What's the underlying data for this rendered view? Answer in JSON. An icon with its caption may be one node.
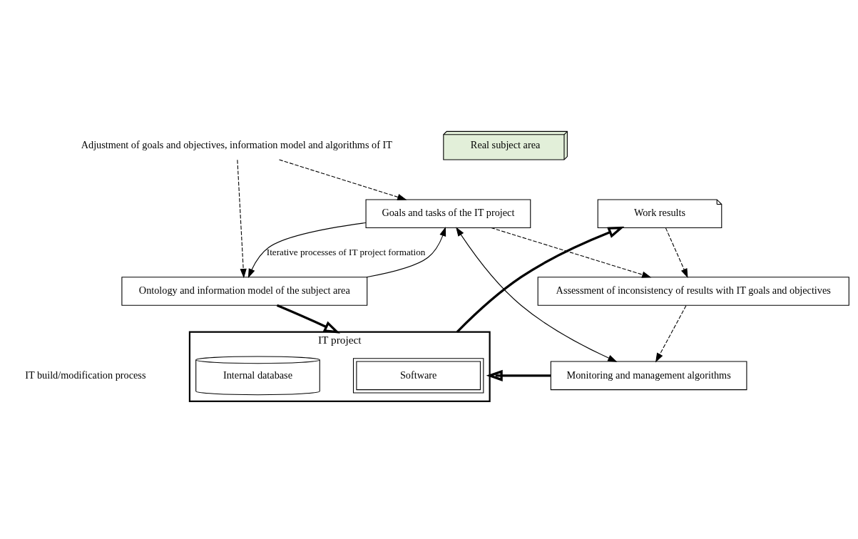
{
  "diagram": {
    "nodes": [
      {
        "text": [
          "Goals and tasks of the IT project"
        ]
      },
      {
        "text": [
          "Real subject area"
        ]
      },
      {
        "text": [
          "Adjustment of goals and objectives, information model and algorithms of IT"
        ]
      },
      {
        "text": [
          "Monitoring and management algorithms"
        ]
      },
      {
        "text": [
          "Ontology and information model of the subject area"
        ]
      },
      {
        "text": [
          "Assessment of inconsistency of results with IT goals and objectives"
        ]
      },
      {
        "text": [
          "IT project"
        ]
      },
      {
        "text": [
          "Software"
        ],
        "in": 6
      },
      {
        "text": [
          "Internal database"
        ],
        "in": 6
      },
      {
        "text": [
          "Work results"
        ]
      }
    ],
    "edges": [
      {
        "from": 0,
        "to": 4,
        "arrow": "to",
        "label": "Iterative processes of IT project formation"
      },
      {
        "from": 4,
        "to": 0,
        "arrow": "to"
      },
      {
        "from": 0,
        "to": 3,
        "arrow": "both"
      },
      {
        "from": 0,
        "to": 5,
        "arrow": "to",
        "style": "dashed"
      },
      {
        "from": 2,
        "to": 0,
        "arrow": "to",
        "style": "dashed"
      },
      {
        "from": 2,
        "to": 4,
        "arrow": "to",
        "style": "dashed"
      },
      {
        "from": 5,
        "to": 3,
        "arrow": "to",
        "style": "dashed"
      },
      {
        "from": 3,
        "to": 6,
        "arrow": "to",
        "style": "thick"
      },
      {
        "from": 4,
        "to": 6,
        "arrow": "to",
        "style": "thick"
      },
      {
        "from": 6,
        "to": 9,
        "arrow": "to",
        "style": "thick"
      },
      {
        "from": 9,
        "to": 5,
        "arrow": "to",
        "style": "dashed"
      }
    ],
    "labels": [
      "IT build/modification process"
    ]
  }
}
